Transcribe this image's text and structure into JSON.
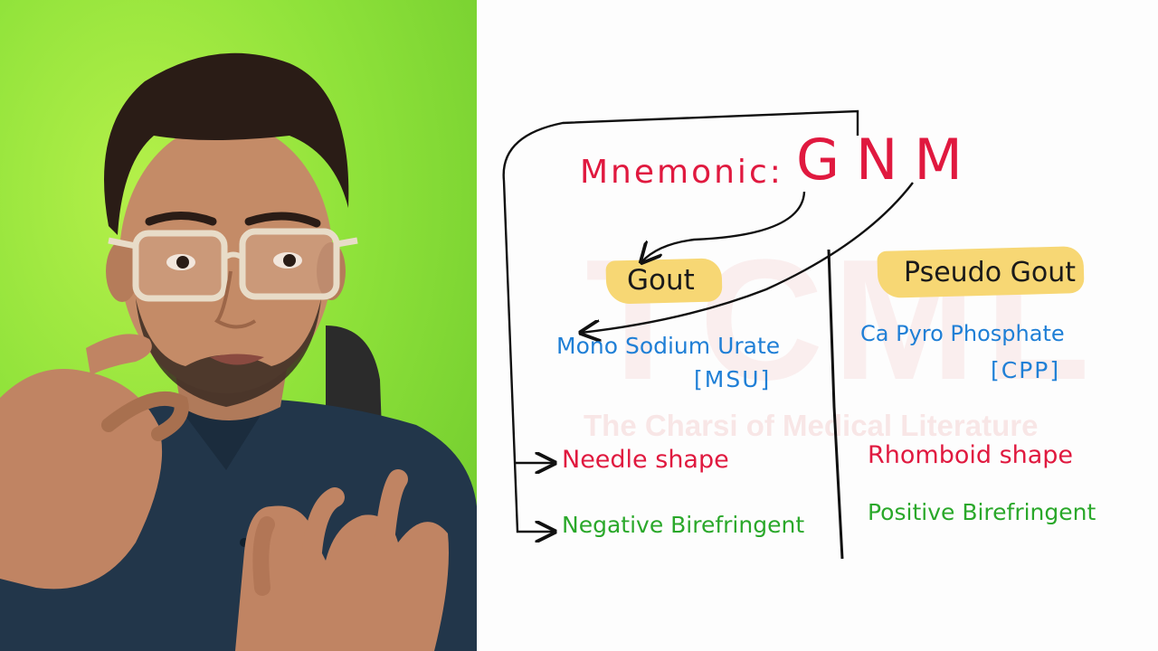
{
  "board": {
    "mnemonic_label": "Mnemonic:",
    "mnemonic_word": "GNM",
    "watermark": {
      "logo_text": "TCML",
      "subtitle": "The Charsi of Medical Literature"
    },
    "gout": {
      "heading": "Gout",
      "crystal_name": "Mono Sodium Urate",
      "crystal_abbrev": "[MSU]",
      "shape": "Needle shape",
      "birefringence": "Negative Birefringent"
    },
    "pseudogout": {
      "heading": "Pseudo Gout",
      "crystal_name": "Ca Pyro Phosphate",
      "crystal_abbrev": "[CPP]",
      "shape": "Rhomboid shape",
      "birefringence": "Positive Birefringent"
    },
    "colors": {
      "red": "#e0193f",
      "blue": "#1f7fd6",
      "green": "#2aa82a",
      "highlight": "#f7d774",
      "background_green": "#8fe23a"
    }
  }
}
